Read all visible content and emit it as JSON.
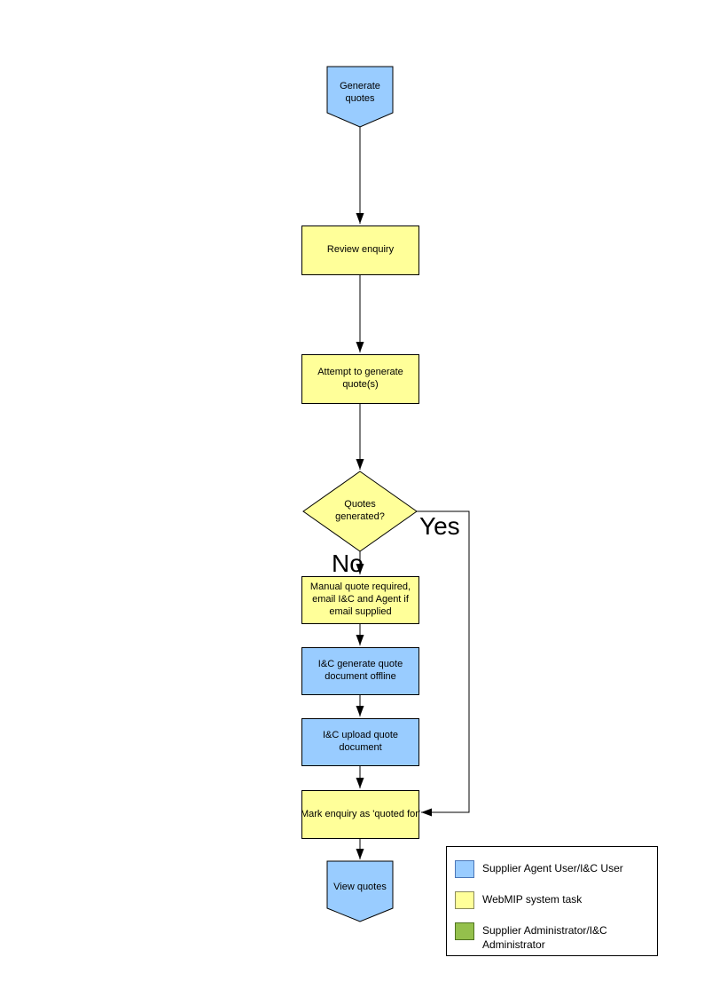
{
  "flowchart": {
    "nodes": {
      "start": {
        "label": "Generate quotes"
      },
      "review": {
        "label": "Review enquiry"
      },
      "attempt": {
        "label": "Attempt to generate quote(s)"
      },
      "decision": {
        "label": "Quotes generated?"
      },
      "manual": {
        "label": "Manual quote required, email I&C and Agent if email supplied"
      },
      "offline": {
        "label": "I&C generate quote document offline"
      },
      "upload": {
        "label": "I&C upload quote document"
      },
      "mark": {
        "label": "Mark enquiry as 'quoted for'"
      },
      "end": {
        "label": "View quotes"
      }
    },
    "branch_labels": {
      "yes": "Yes",
      "no": "No"
    },
    "colors": {
      "user_task_fill": "#99CCFF",
      "system_task_fill": "#FFFF99",
      "admin_fill": "#94C04C",
      "line": "#000000"
    }
  },
  "legend": {
    "items": [
      {
        "label": "Supplier Agent User/I&C User",
        "color": "#99CCFF"
      },
      {
        "label": "WebMIP system task",
        "color": "#FFFF99"
      },
      {
        "label": "Supplier Administrator/I&C Administrator",
        "color": "#94C04C"
      }
    ]
  }
}
